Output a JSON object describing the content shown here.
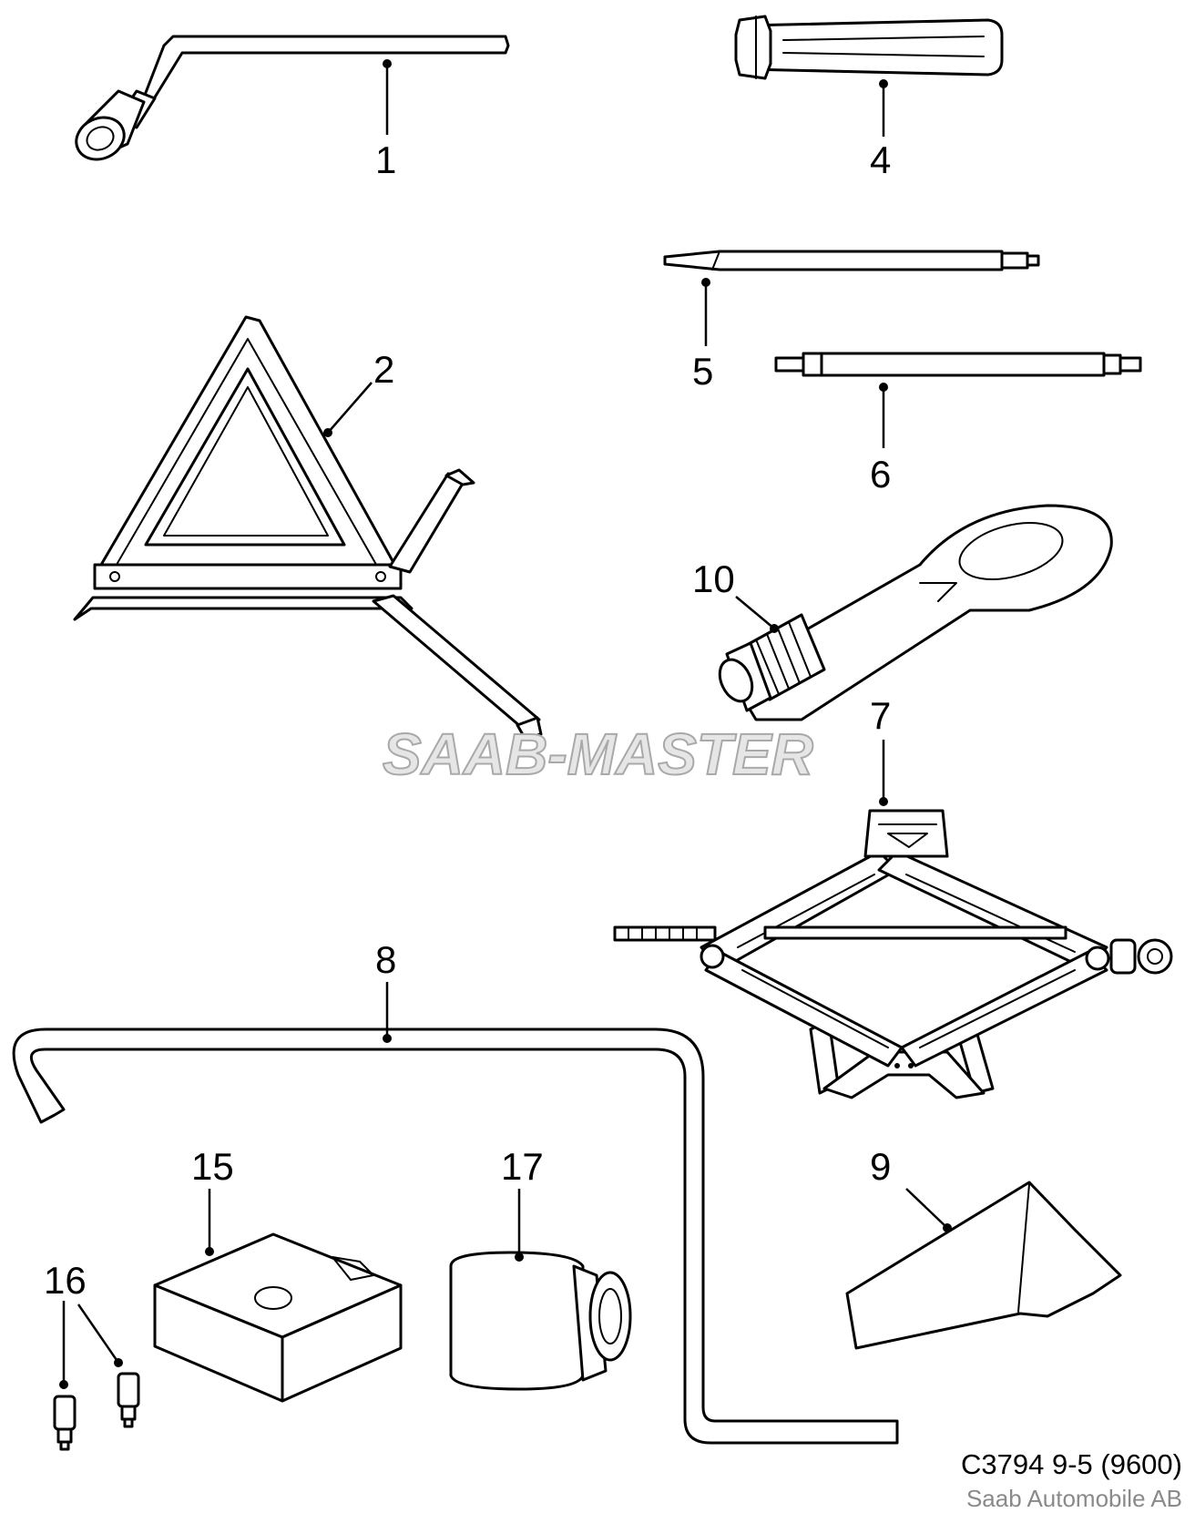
{
  "diagram": {
    "watermark": "SAAB-MASTER",
    "caption": {
      "code": "C3794 9-5 (9600)",
      "company": "Saab Automobile AB"
    },
    "callouts": {
      "c1": "1",
      "c2": "2",
      "c4": "4",
      "c5": "5",
      "c6": "6",
      "c7": "7",
      "c8": "8",
      "c9": "9",
      "c10": "10",
      "c15": "15",
      "c16": "16",
      "c17": "17"
    }
  }
}
